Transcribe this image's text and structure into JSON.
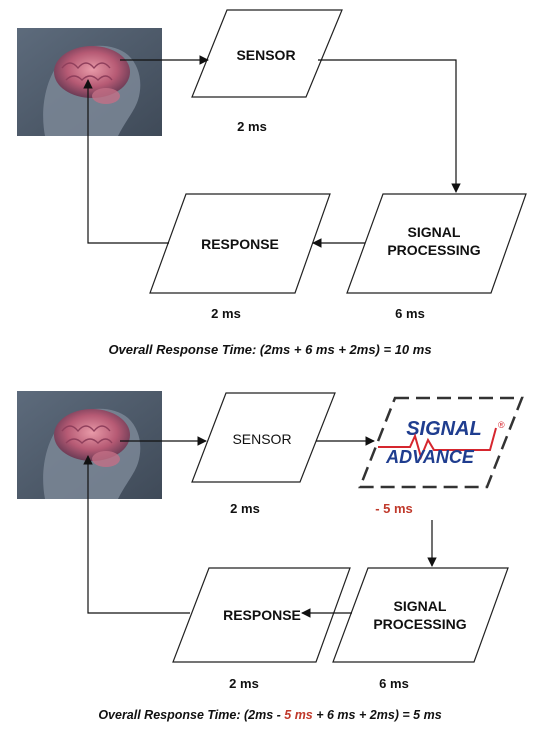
{
  "top": {
    "sensor_label": "SENSOR",
    "sensor_time": "2 ms",
    "signal_label_1": "SIGNAL",
    "signal_label_2": "PROCESSING",
    "signal_time": "6 ms",
    "response_label": "RESPONSE",
    "response_time": "2 ms",
    "overall": "Overall Response Time: (2ms + 6 ms + 2ms) = 10 ms"
  },
  "bottom": {
    "sensor_label": "SENSOR",
    "sensor_time": "2 ms",
    "advance_logo_1": "SIGNAL",
    "advance_logo_2": "ADVANCE",
    "advance_logo_mark": "®",
    "advance_time": "- 5 ms",
    "signal_label_1": "SIGNAL",
    "signal_label_2": "PROCESSING",
    "signal_time": "6 ms",
    "response_label": "RESPONSE",
    "response_time": "2 ms",
    "overall_part1": "Overall Response Time: (2ms - ",
    "overall_red": "5 ms",
    "overall_part2": " + 6 ms + 2ms) = 5 ms"
  },
  "colors": {
    "highlight_red": "#c0392b",
    "logo_blue": "#1f3d8f",
    "logo_red": "#d6262e"
  },
  "icons": [
    "brain-head-image",
    "arrow-head"
  ]
}
